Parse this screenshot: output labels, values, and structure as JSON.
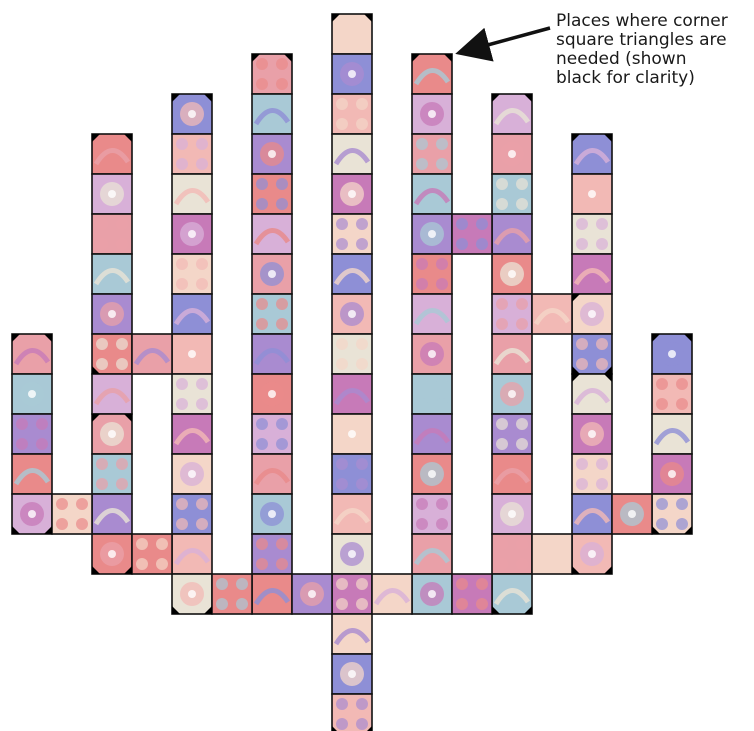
{
  "annotation": {
    "lines": [
      "Places where corner",
      "square triangles are",
      "needed (shown",
      "black for clarity)"
    ]
  },
  "colors": {
    "outline": "#111111",
    "corner_triangle": "#000000",
    "fabric_palette": [
      "#8e8fd6",
      "#a98bd0",
      "#c77ab8",
      "#e9a0a8",
      "#f2b9b5",
      "#e98a8a",
      "#f4d6c8",
      "#a9c9d6",
      "#e9e3d6",
      "#d8b0d8"
    ]
  },
  "icons": {
    "pointer": "arrow-icon"
  }
}
